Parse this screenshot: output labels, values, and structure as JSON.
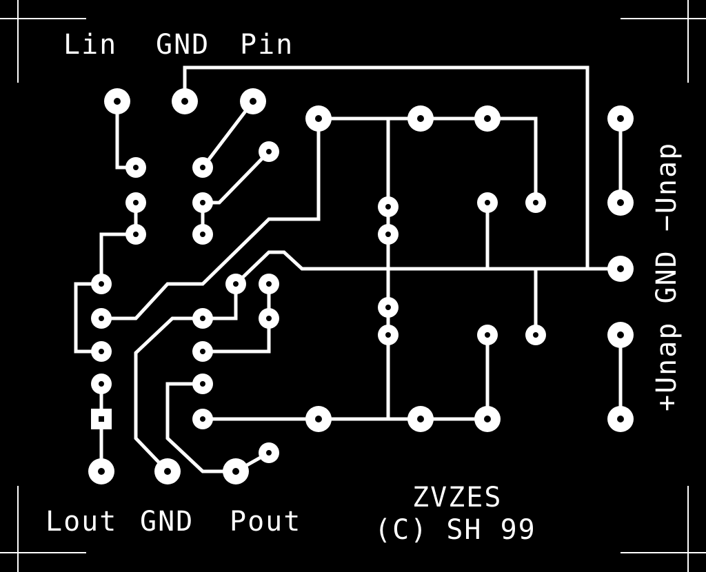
{
  "labels": {
    "top_lin": "Lin",
    "top_gnd": "GND",
    "top_pin": "Pin",
    "bottom_lout": "Lout",
    "bottom_gnd": "GND",
    "bottom_pout": "Pout",
    "right_vertical": "+Unap GND −Unap",
    "title": "ZVZES",
    "copyright": "(C) SH 99"
  },
  "colors": {
    "background": "#000000",
    "copper": "#ffffff"
  }
}
